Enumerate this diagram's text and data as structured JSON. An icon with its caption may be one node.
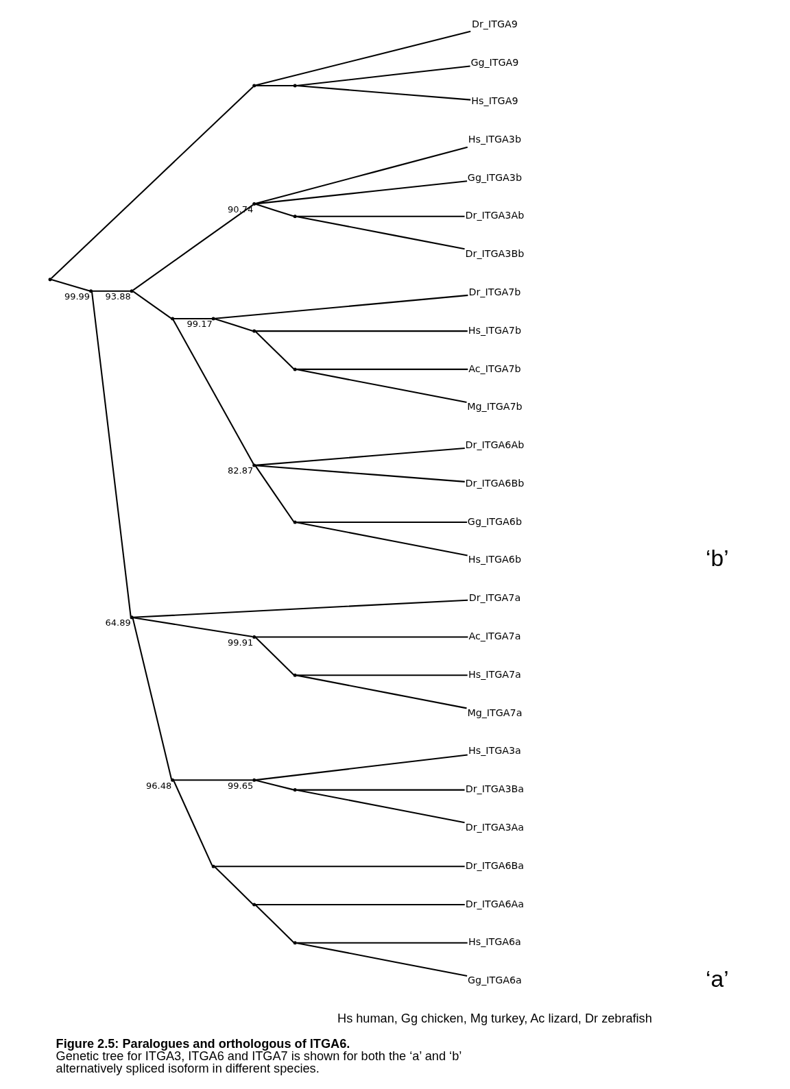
{
  "diagram": {
    "caption": "**Figure 2.5: Paralogues and orthologous of ITGA6.** Genetic tree for ITGA3, ITGA6 and ITGA7 is shown for both the ‘a’ and ‘b’ alternatively spliced isoform in different species.",
    "nodes": [
      {
        "text": [],
        "shape": "point"
      },
      {
        "text": [],
        "shape": "point"
      },
      {
        "text": [
          "Dr_ITGA9"
        ]
      },
      {
        "text": [],
        "shape": "point"
      },
      {
        "text": [
          "Gg_ITGA9"
        ]
      },
      {
        "text": [
          "Hs_ITGA9"
        ]
      },
      {
        "text": [],
        "shape": "point",
        "beside": [
          "99.99"
        ]
      },
      {
        "text": [],
        "shape": "point",
        "beside": [
          "93.88"
        ]
      },
      {
        "text": [],
        "shape": "point",
        "beside": [
          "90.74"
        ]
      },
      {
        "text": [
          "Hs_ITGA3b"
        ]
      },
      {
        "text": [
          "Gg_ITGA3b"
        ]
      },
      {
        "text": [],
        "shape": "point"
      },
      {
        "text": [
          "Dr_ITGA3Ab"
        ]
      },
      {
        "text": [
          "Dr_ITGA3Bb"
        ]
      },
      {
        "text": [],
        "shape": "point"
      },
      {
        "text": [],
        "shape": "point",
        "beside": [
          "99.17"
        ]
      },
      {
        "text": [
          "Dr_ITGA7b"
        ]
      },
      {
        "text": [],
        "shape": "point"
      },
      {
        "text": [
          "Hs_ITGA7b"
        ]
      },
      {
        "text": [],
        "shape": "point"
      },
      {
        "text": [
          "Ac_ITGA7b"
        ]
      },
      {
        "text": [
          "Mg_ITGA7b"
        ]
      },
      {
        "text": [],
        "shape": "point",
        "beside": [
          "82.87"
        ]
      },
      {
        "text": [
          "Dr_ITGA6Ab"
        ]
      },
      {
        "text": [
          "Dr_ITGA6Bb"
        ]
      },
      {
        "text": [],
        "shape": "point"
      },
      {
        "text": [
          "Gg_ITGA6b"
        ]
      },
      {
        "text": [
          "Hs_ITGA6b"
        ]
      },
      {
        "text": [],
        "shape": "point",
        "beside": [
          "64.89"
        ]
      },
      {
        "text": [
          "Dr_ITGA7a"
        ]
      },
      {
        "text": [],
        "shape": "point",
        "beside": [
          "99.91"
        ]
      },
      {
        "text": [
          "Ac_ITGA7a"
        ]
      },
      {
        "text": [],
        "shape": "point"
      },
      {
        "text": [
          "Hs_ITGA7a"
        ]
      },
      {
        "text": [
          "Mg_ITGA7a"
        ]
      },
      {
        "text": [],
        "shape": "point",
        "beside": [
          "96.48"
        ]
      },
      {
        "text": [],
        "shape": "point",
        "beside": [
          "99.65"
        ]
      },
      {
        "text": [
          "Hs_ITGA3a"
        ]
      },
      {
        "text": [],
        "shape": "point"
      },
      {
        "text": [
          "Dr_ITGA3Ba"
        ]
      },
      {
        "text": [
          "Dr_ITGA3Aa"
        ]
      },
      {
        "text": [],
        "shape": "point"
      },
      {
        "text": [
          "Dr_ITGA6Ba"
        ]
      },
      {
        "text": [],
        "shape": "point"
      },
      {
        "text": [
          "Dr_ITGA6Aa"
        ]
      },
      {
        "text": [],
        "shape": "point"
      },
      {
        "text": [
          "Hs_ITGA6a"
        ]
      },
      {
        "text": [
          "Gg_ITGA6a"
        ]
      }
    ],
    "edges": [
      {
        "from": 0,
        "to": 1,
        "arrow": "none"
      },
      {
        "from": 1,
        "to": 2,
        "arrow": "none"
      },
      {
        "from": 1,
        "to": 3,
        "arrow": "none"
      },
      {
        "from": 3,
        "to": 4,
        "arrow": "none"
      },
      {
        "from": 3,
        "to": 5,
        "arrow": "none"
      },
      {
        "from": 0,
        "to": 6,
        "arrow": "none"
      },
      {
        "from": 6,
        "to": 7,
        "arrow": "none"
      },
      {
        "from": 7,
        "to": 8,
        "arrow": "none"
      },
      {
        "from": 8,
        "to": 9,
        "arrow": "none"
      },
      {
        "from": 8,
        "to": 10,
        "arrow": "none"
      },
      {
        "from": 8,
        "to": 11,
        "arrow": "none"
      },
      {
        "from": 11,
        "to": 12,
        "arrow": "none"
      },
      {
        "from": 11,
        "to": 13,
        "arrow": "none"
      },
      {
        "from": 7,
        "to": 14,
        "arrow": "none"
      },
      {
        "from": 14,
        "to": 15,
        "arrow": "none"
      },
      {
        "from": 15,
        "to": 16,
        "arrow": "none"
      },
      {
        "from": 15,
        "to": 17,
        "arrow": "none"
      },
      {
        "from": 17,
        "to": 18,
        "arrow": "none"
      },
      {
        "from": 17,
        "to": 19,
        "arrow": "none"
      },
      {
        "from": 19,
        "to": 20,
        "arrow": "none"
      },
      {
        "from": 19,
        "to": 21,
        "arrow": "none"
      },
      {
        "from": 14,
        "to": 22,
        "arrow": "none"
      },
      {
        "from": 22,
        "to": 23,
        "arrow": "none"
      },
      {
        "from": 22,
        "to": 24,
        "arrow": "none"
      },
      {
        "from": 22,
        "to": 25,
        "arrow": "none"
      },
      {
        "from": 25,
        "to": 26,
        "arrow": "none"
      },
      {
        "from": 25,
        "to": 27,
        "arrow": "none"
      },
      {
        "from": 6,
        "to": 28,
        "arrow": "none"
      },
      {
        "from": 28,
        "to": 29,
        "arrow": "none"
      },
      {
        "from": 28,
        "to": 30,
        "arrow": "none"
      },
      {
        "from": 30,
        "to": 31,
        "arrow": "none"
      },
      {
        "from": 30,
        "to": 32,
        "arrow": "none"
      },
      {
        "from": 32,
        "to": 33,
        "arrow": "none"
      },
      {
        "from": 32,
        "to": 34,
        "arrow": "none"
      },
      {
        "from": 28,
        "to": 35,
        "arrow": "none"
      },
      {
        "from": 35,
        "to": 36,
        "arrow": "none"
      },
      {
        "from": 36,
        "to": 37,
        "arrow": "none"
      },
      {
        "from": 36,
        "to": 38,
        "arrow": "none"
      },
      {
        "from": 38,
        "to": 39,
        "arrow": "none"
      },
      {
        "from": 38,
        "to": 40,
        "arrow": "none"
      },
      {
        "from": 35,
        "to": 41,
        "arrow": "none"
      },
      {
        "from": 41,
        "to": 42,
        "arrow": "none"
      },
      {
        "from": 41,
        "to": 43,
        "arrow": "none"
      },
      {
        "from": 43,
        "to": 44,
        "arrow": "none"
      },
      {
        "from": 43,
        "to": 45,
        "arrow": "none"
      },
      {
        "from": 45,
        "to": 46,
        "arrow": "none"
      },
      {
        "from": 45,
        "to": 47,
        "arrow": "none"
      }
    ],
    "labels": [
      "‘b’",
      "‘a’",
      "Hs human, Gg chicken, Mg turkey, Ac lizard, Dr zebrafish"
    ]
  }
}
